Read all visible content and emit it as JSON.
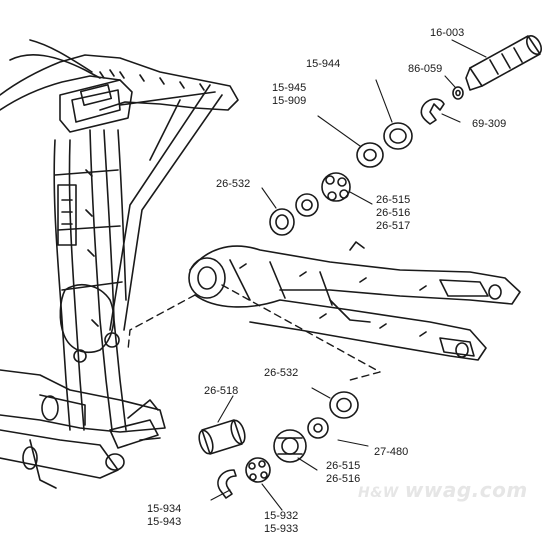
{
  "diagram": {
    "watermark": {
      "logo_text": "H&W",
      "site": "wwag.com"
    },
    "parts": {
      "p16003": "16-003",
      "p86059": "86-059",
      "p69309": "69-309",
      "p15944": "15-944",
      "p15945": "15-945",
      "p15909": "15-909",
      "p26532_top": "26-532",
      "p26515_top": "26-515",
      "p26516_top": "26-516",
      "p26517": "26-517",
      "p26532_bottom": "26-532",
      "p26518": "26-518",
      "p27480": "27-480",
      "p26515_bottom": "26-515",
      "p26516_bottom": "26-516",
      "p15934": "15-934",
      "p15943": "15-943",
      "p15932": "15-932",
      "p15933": "15-933"
    }
  }
}
